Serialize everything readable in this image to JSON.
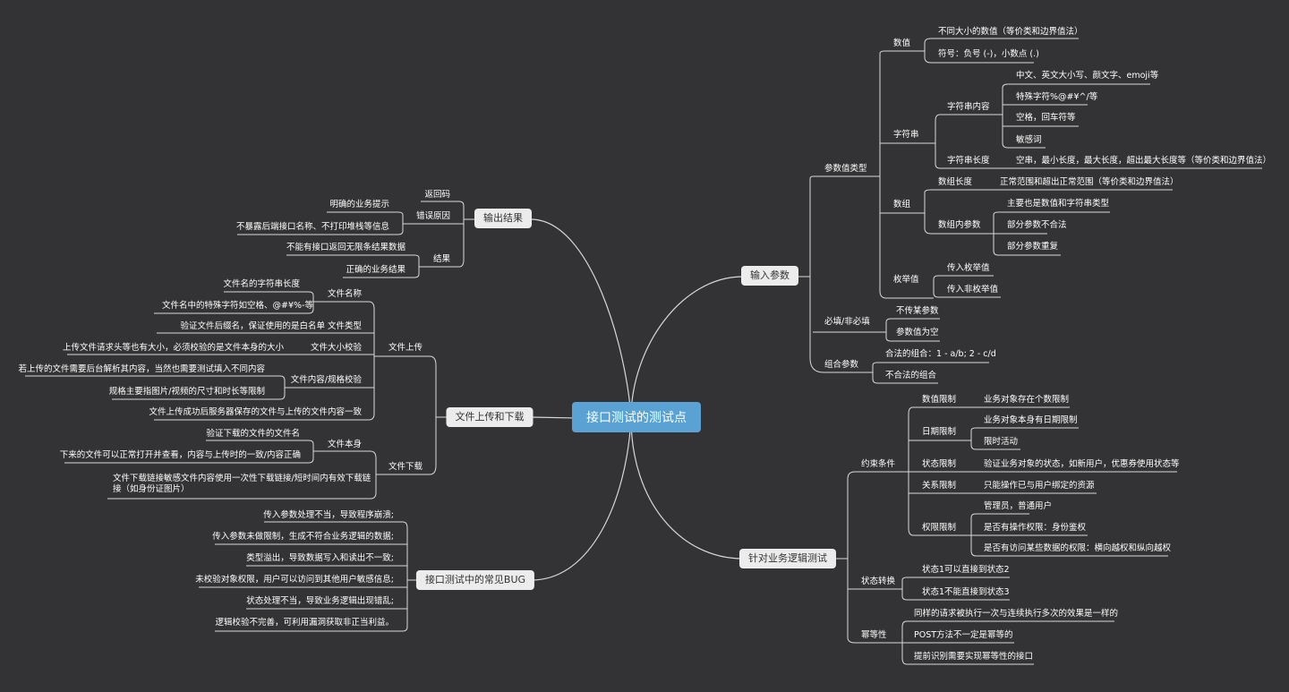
{
  "root": "接口测试的测试点",
  "branches": {
    "input": "输入参数",
    "biz": "针对业务逻辑测试",
    "output": "输出结果",
    "file": "文件上传和下载",
    "bug": "接口测试中的常见BUG"
  },
  "input": {
    "param_type": "参数值类型",
    "number": "数值",
    "number_1": "不同大小的数值（等价类和边界值法）",
    "number_2": "符号：负号 (-)，小数点 (.)",
    "string": "字符串",
    "str_content": "字符串内容",
    "str_c1": "中文、英文大小写、颜文字、emoji等",
    "str_c2": "特殊字符%@#¥^/等",
    "str_c3": "空格，回车符等",
    "str_c4": "敏感词",
    "str_len": "字符串长度",
    "str_len_1": "空串，最小长度，最大长度，超出最大长度等（等价类和边界值法）",
    "array": "数组",
    "arr_len": "数组长度",
    "arr_len_1": "正常范围和超出正常范围（等价类和边界值法）",
    "arr_param": "数组内参数",
    "arr_p1": "主要也是数值和字符串类型",
    "arr_p2": "部分参数不合法",
    "arr_p3": "部分参数重复",
    "enum": "枚举值",
    "enum_1": "传入枚举值",
    "enum_2": "传入非枚举值",
    "required": "必填/非必填",
    "req_1": "不传某参数",
    "req_2": "参数值为空",
    "combo": "组合参数",
    "combo_1": "合法的组合：1 - a/b; 2 - c/d",
    "combo_2": "不合法的组合"
  },
  "biz": {
    "constraint": "约束条件",
    "num_limit": "数值限制",
    "num_limit_1": "业务对象存在个数限制",
    "date_limit": "日期限制",
    "date_limit_1": "业务对象本身有日期限制",
    "date_limit_2": "限时活动",
    "state_limit": "状态限制",
    "state_limit_1": "验证业务对象的状态，如新用户，优惠券使用状态等",
    "rel_limit": "关系限制",
    "rel_limit_1": "只能操作已与用户绑定的资源",
    "perm_limit": "权限限制",
    "perm_1": "管理员，普通用户",
    "perm_2": "是否有操作权限：身份鉴权",
    "perm_3": "是否有访问某些数据的权限：横向越权和纵向越权",
    "state_trans": "状态转换",
    "st_1": "状态1可以直接到状态2",
    "st_2": "状态1不能直接到状态3",
    "idem": "幂等性",
    "idem_1": "同样的请求被执行一次与连续执行多次的效果是一样的",
    "idem_2": "POST方法不一定是幂等的",
    "idem_3": "提前识别需要实现幂等性的接口"
  },
  "output": {
    "ret_code": "返回码",
    "err_reason": "错误原因",
    "err_1": "明确的业务提示",
    "err_2": "不暴露后端接口名称、不打印堆栈等信息",
    "result": "结果",
    "res_1": "不能有接口返回无限条结果数据",
    "res_2": "正确的业务结果"
  },
  "file": {
    "upload": "文件上传",
    "fname": "文件名称",
    "fname_1": "文件名的字符串长度",
    "fname_2": "文件名中的特殊字符如空格、@#¥%-等",
    "ftype": "文件类型",
    "ftype_1": "验证文件后缀名，保证使用的是白名单",
    "fsize": "文件大小校验",
    "fsize_1": "上传文件请求头等也有大小，必须校验的是文件本身的大小",
    "fcontent": "文件内容/规格校验",
    "fcontent_1": "若上传的文件需要后台解析其内容，当然也需要测试填入不同内容",
    "fcontent_2": "规格主要指图片/视频的尺寸和时长等限制",
    "upload_last": "文件上传成功后服务器保存的文件与上传的文件内容一致",
    "download": "文件下载",
    "fself": "文件本身",
    "fself_1": "验证下载的文件的文件名",
    "fself_2": "下来的文件可以正常打开并查看，内容与上传时的一致/内容正确",
    "download_last": "文件下载链接敏感文件内容使用一次性下载链接/短时间内有效下载链接（如身份证图片）"
  },
  "bug": {
    "b1": "传入参数处理不当，导致程序崩溃;",
    "b2": "传入参数未做限制，生成不符合业务逻辑的数据;",
    "b3": "类型溢出，导致数据写入和读出不一致;",
    "b4": "未校验对象权限，用户可以访问到其他用户敏感信息;",
    "b5": "状态处理不当，导致业务逻辑出现错乱;",
    "b6": "逻辑校验不完善，可利用漏洞获取非正当利益。"
  }
}
